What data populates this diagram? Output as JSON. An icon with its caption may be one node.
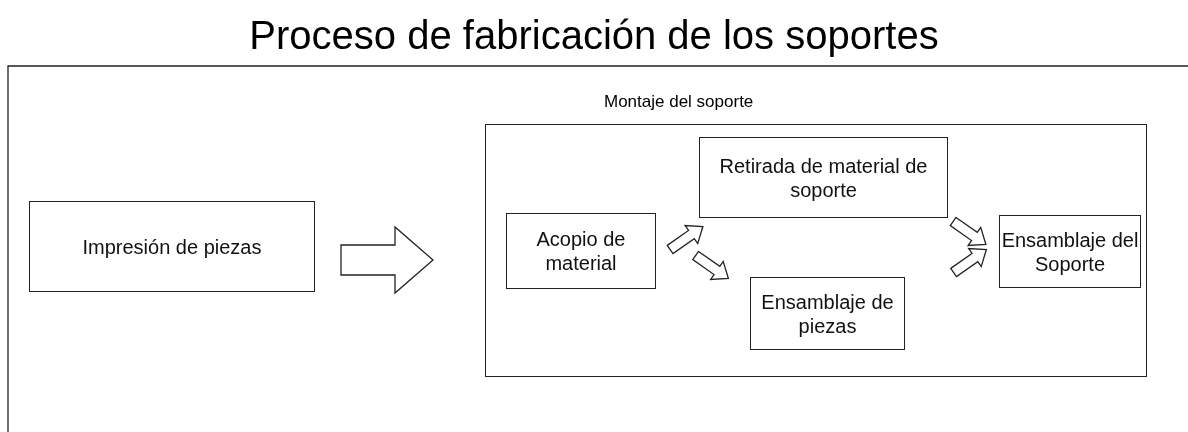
{
  "diagram": {
    "title": "Proceso de fabricación de los soportes",
    "nodes": [
      {
        "text": [
          "Impresión de piezas"
        ]
      },
      {
        "text": [
          "Montaje del soporte"
        ]
      },
      {
        "text": [
          "Acopio de material"
        ],
        "in": 1
      },
      {
        "text": [
          "Retirada de material de soporte"
        ],
        "in": 1
      },
      {
        "text": [
          "Ensamblaje de piezas"
        ],
        "in": 1
      },
      {
        "text": [
          "Ensamblaje del Soporte"
        ],
        "in": 1
      }
    ],
    "edges": [
      {
        "from": 0,
        "to": 1,
        "arrow": "to"
      },
      {
        "from": 2,
        "to": 3,
        "arrow": "to"
      },
      {
        "from": 2,
        "to": 4,
        "arrow": "to"
      },
      {
        "from": 3,
        "to": 5,
        "arrow": "to"
      },
      {
        "from": 4,
        "to": 5,
        "arrow": "to"
      }
    ]
  }
}
